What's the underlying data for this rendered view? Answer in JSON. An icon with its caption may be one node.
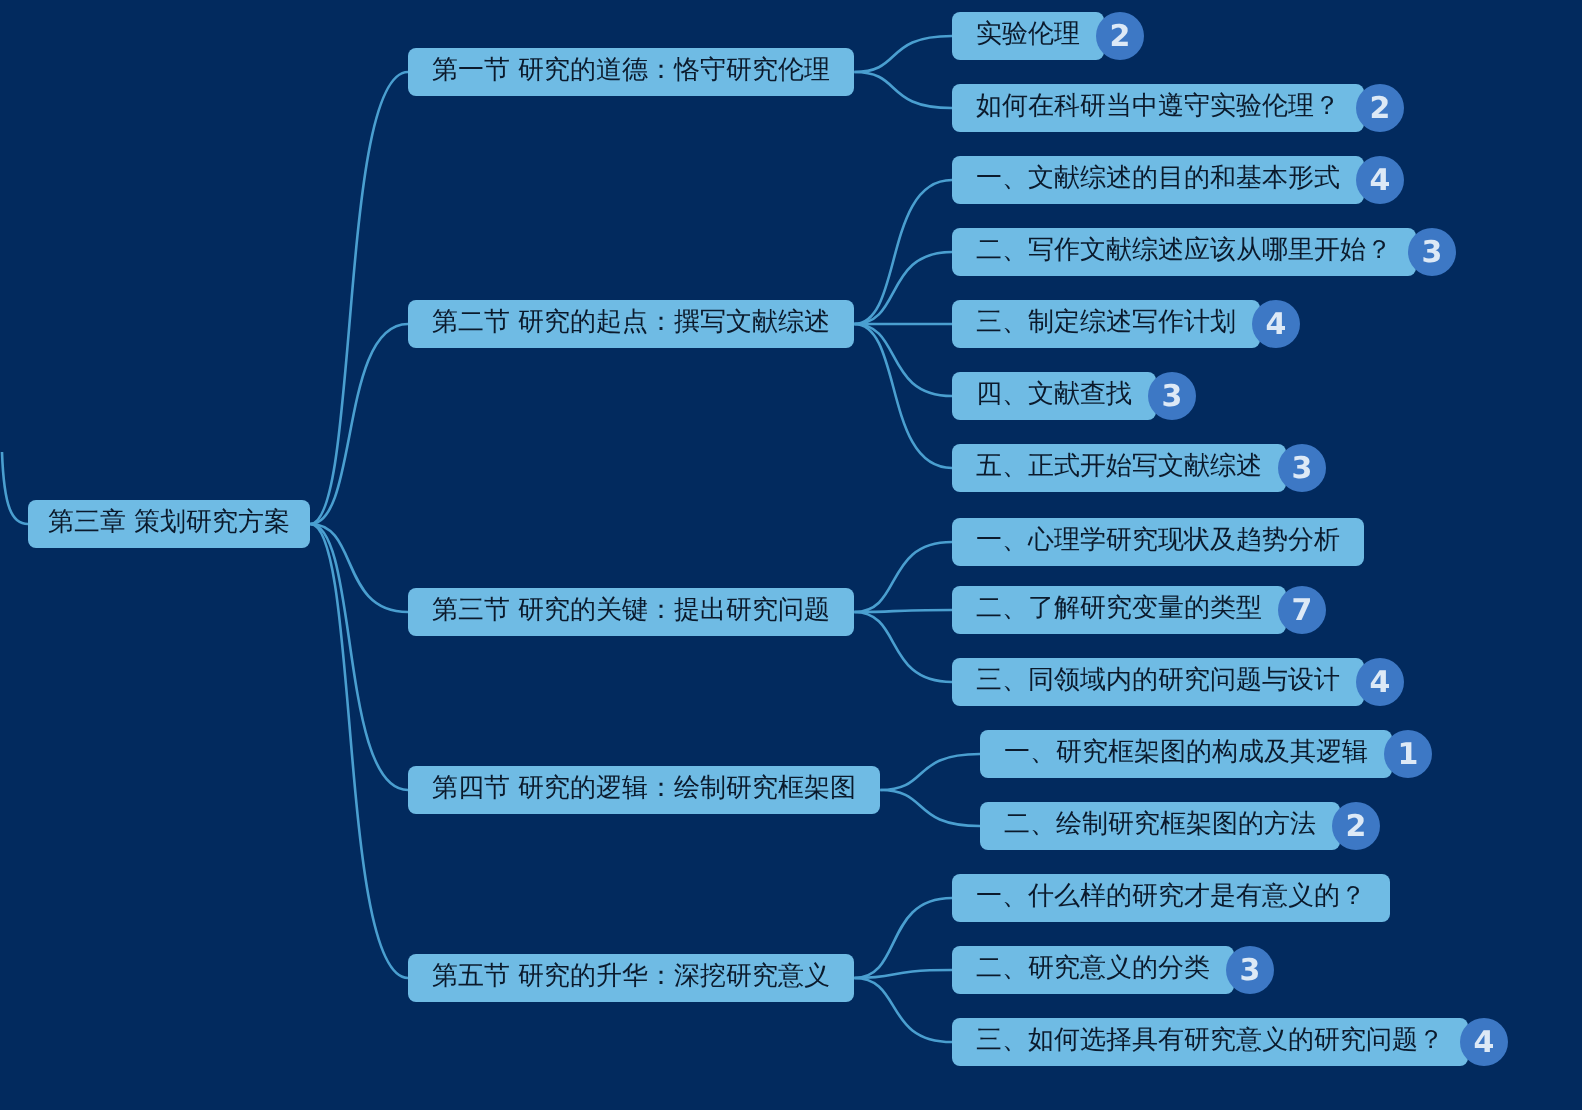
{
  "diagram": {
    "nodes": [
      {
        "text": [
          "第三章 策划研究方案"
        ]
      },
      {
        "text": [
          "第一节 研究的道德：恪守研究伦理"
        ]
      },
      {
        "text": [
          "实验伦理"
        ],
        "beside": [
          "2"
        ]
      },
      {
        "text": [
          "如何在科研当中遵守实验伦理？"
        ],
        "beside": [
          "2"
        ]
      },
      {
        "text": [
          "第二节 研究的起点：撰写文献综述"
        ]
      },
      {
        "text": [
          "一、文献综述的目的和基本形式"
        ],
        "beside": [
          "4"
        ]
      },
      {
        "text": [
          "二、写作文献综述应该从哪里开始？"
        ],
        "beside": [
          "3"
        ]
      },
      {
        "text": [
          "三、制定综述写作计划"
        ],
        "beside": [
          "4"
        ]
      },
      {
        "text": [
          "四、文献查找"
        ],
        "beside": [
          "3"
        ]
      },
      {
        "text": [
          "五、正式开始写文献综述"
        ],
        "beside": [
          "3"
        ]
      },
      {
        "text": [
          "第三节 研究的关键：提出研究问题"
        ]
      },
      {
        "text": [
          "一、心理学研究现状及趋势分析"
        ]
      },
      {
        "text": [
          "二、了解研究变量的类型"
        ],
        "beside": [
          "7"
        ]
      },
      {
        "text": [
          "三、同领域内的研究问题与设计"
        ],
        "beside": [
          "4"
        ]
      },
      {
        "text": [
          "第四节 研究的逻辑：绘制研究框架图"
        ]
      },
      {
        "text": [
          "一、研究框架图的构成及其逻辑"
        ],
        "beside": [
          "1"
        ]
      },
      {
        "text": [
          "二、绘制研究框架图的方法"
        ],
        "beside": [
          "2"
        ]
      },
      {
        "text": [
          "第五节 研究的升华：深挖研究意义"
        ]
      },
      {
        "text": [
          "一、什么样的研究才是有意义的？"
        ]
      },
      {
        "text": [
          "二、研究意义的分类"
        ],
        "beside": [
          "3"
        ]
      },
      {
        "text": [
          "三、如何选择具有研究意义的研究问题？"
        ],
        "beside": [
          "4"
        ]
      }
    ],
    "edges": [
      {
        "from": null,
        "to": 0,
        "arrow": "none"
      },
      {
        "from": 0,
        "to": 1,
        "arrow": "none"
      },
      {
        "from": 1,
        "to": 2,
        "arrow": "none"
      },
      {
        "from": 1,
        "to": 3,
        "arrow": "none"
      },
      {
        "from": 0,
        "to": 4,
        "arrow": "none"
      },
      {
        "from": 4,
        "to": 5,
        "arrow": "none"
      },
      {
        "from": 4,
        "to": 6,
        "arrow": "none"
      },
      {
        "from": 4,
        "to": 7,
        "arrow": "none"
      },
      {
        "from": 4,
        "to": 8,
        "arrow": "none"
      },
      {
        "from": 4,
        "to": 9,
        "arrow": "none"
      },
      {
        "from": 0,
        "to": 10,
        "arrow": "none"
      },
      {
        "from": 10,
        "to": 11,
        "arrow": "none"
      },
      {
        "from": 10,
        "to": 12,
        "arrow": "none"
      },
      {
        "from": 10,
        "to": 13,
        "arrow": "none"
      },
      {
        "from": 0,
        "to": 14,
        "arrow": "none"
      },
      {
        "from": 14,
        "to": 15,
        "arrow": "none"
      },
      {
        "from": 14,
        "to": 16,
        "arrow": "none"
      },
      {
        "from": 0,
        "to": 17,
        "arrow": "none"
      },
      {
        "from": 17,
        "to": 18,
        "arrow": "none"
      },
      {
        "from": 17,
        "to": 19,
        "arrow": "none"
      },
      {
        "from": 17,
        "to": 20,
        "arrow": "none"
      }
    ]
  }
}
